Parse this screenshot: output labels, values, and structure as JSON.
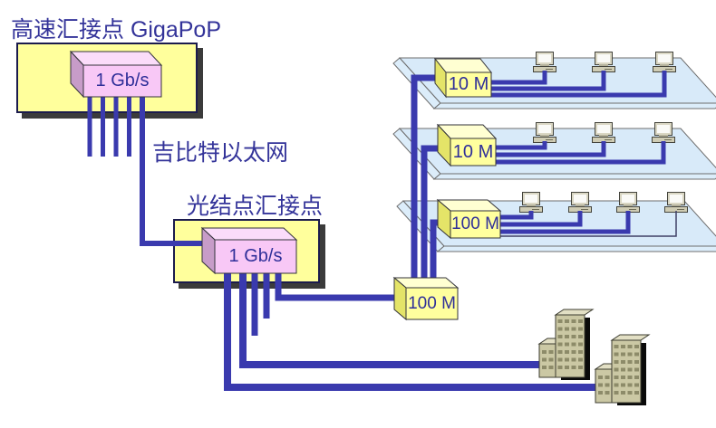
{
  "title": "高速汇接点 GigaPoP",
  "annotations": {
    "link_label": "吉比特以太网",
    "optical_pop_label": "光结点汇接点"
  },
  "devices": {
    "gigapop_switch": {
      "label": "1 Gb/s"
    },
    "optical_switch": {
      "label": "1 Gb/s"
    },
    "backbone_hub": {
      "label": "100 M"
    }
  },
  "lans": [
    {
      "hub_label": "10 M",
      "computers": 3
    },
    {
      "hub_label": "10 M",
      "computers": 3
    },
    {
      "hub_label": "100 M",
      "computers": 4
    }
  ],
  "buildings": {
    "count": 2
  },
  "colors": {
    "wire": "#3A3AAE",
    "text": "#333399",
    "panel": "#FFFF9C",
    "switch_front": "#F8C8F6",
    "hub_front": "#FFFF9E",
    "lan_plane": "#D8EAF9",
    "building": "#CBC8A4"
  }
}
